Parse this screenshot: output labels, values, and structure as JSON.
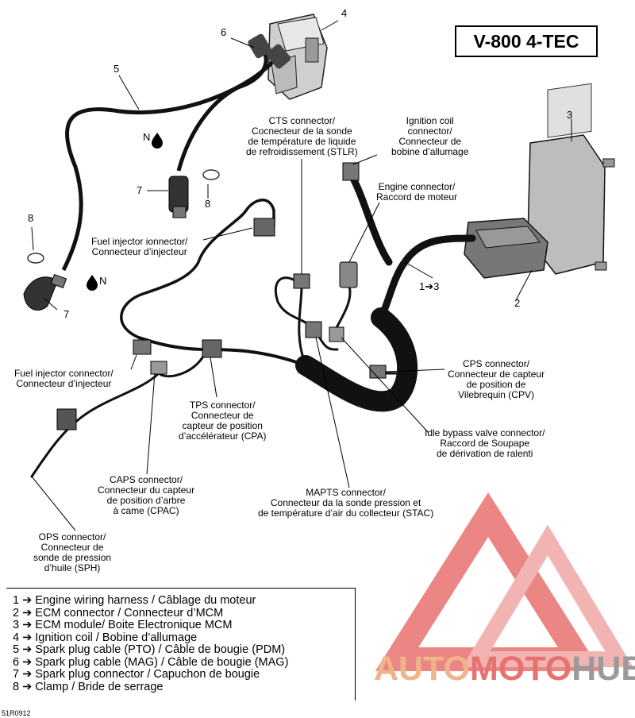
{
  "title": "V-800 4-TEC",
  "part_code": "51R0912",
  "legend": [
    "1 ➔ Engine wiring harness / Câblage du moteur",
    "2 ➔ ECM connector / Connecteur d’MCM",
    "3 ➔ ECM module/ Boite Electronique MCM",
    "4 ➔ Ignition coil / Bobine d’allumage",
    "5 ➔ Spark plug cable (PTO) / Câble de bougie (PDM)",
    "6 ➔ Spark plug cable (MAG) / Câble de bougie (MAG)",
    "7 ➔ Spark plug connector / Capuchon de bougie",
    "8 ➔ Clamp / Bride de serrage"
  ],
  "callouts": {
    "cts": [
      "CTS connector/",
      "Cocnecteur de la sonde",
      "de température de liquide",
      "de  refroidissement (STLR)"
    ],
    "ignition_coil": [
      "Ignition coil",
      "connector/",
      "Connecteur de",
      "bobine d’allumage"
    ],
    "engine": [
      "Engine connector/",
      "Raccord de moteur"
    ],
    "fuel_injector_top": [
      "Fuel injector ionnector/",
      "Connecteur d’injecteur"
    ],
    "fuel_injector_left": [
      "Fuel injector connector/",
      "Connecteur d’injecteur"
    ],
    "cps": [
      "CPS connector/",
      "Connecteur de capteur",
      "de position de",
      "Vilebrequin (CPV)"
    ],
    "tps": [
      "TPS connector/",
      "Connecteur de",
      "capteur de position",
      "d’accélérateur (CPA)"
    ],
    "idle": [
      "Idle bypass valve connector/",
      "Raccord de Soupape",
      "de dérivation de ralenti"
    ],
    "caps": [
      "CAPS connector/",
      "Connecteur du capteur",
      "de position d’arbre",
      "à came (CPAC)"
    ],
    "mapts": [
      "MAPTS connector/",
      "Connecteur da la sonde pression et",
      "de température d’air du collecteur (STAC)"
    ],
    "ops": [
      "OPS connector/",
      "Connecteur de",
      "sonde de pression",
      "d’huile (SPH)"
    ]
  },
  "numbers": {
    "n1to3": "1➔3",
    "n2": "2",
    "n3": "3",
    "n4": "4",
    "n5": "5",
    "n6": "6",
    "n7a": "7",
    "n7b": "7",
    "n8a": "8",
    "n8b": "8",
    "nd_top": "N",
    "nd_left": "N"
  },
  "watermark": {
    "part1": "AUTO",
    "part2": "MOTO",
    "part3": "HUB"
  },
  "colors": {
    "watermark_red": "#e8726f",
    "watermark_orange": "#f0b48a",
    "watermark_gray": "#9a9a9a",
    "harness": "#111111"
  }
}
